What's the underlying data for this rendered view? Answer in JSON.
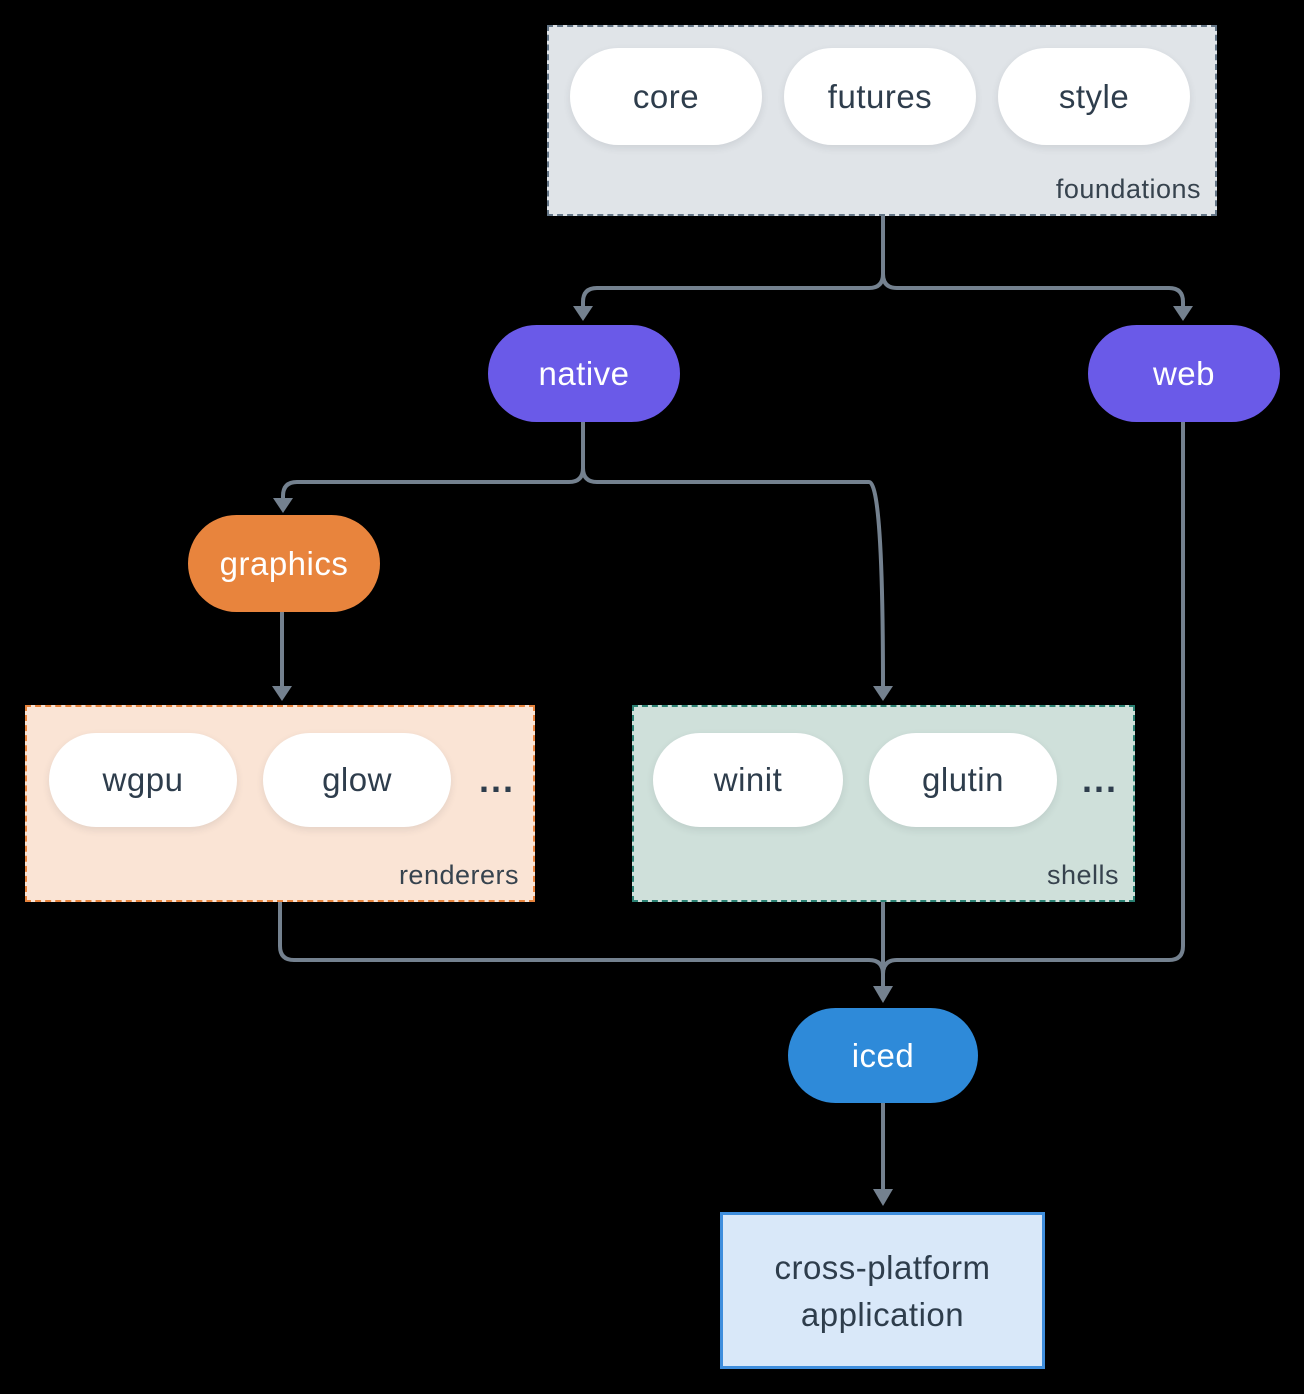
{
  "colors": {
    "background": "#000000",
    "connector": "#74818f",
    "node_text_dark": "#2e3d4c",
    "group_label": "#37434e",
    "purple": "#6a5ae8",
    "orange": "#e8843d",
    "blue": "#2e8ad9",
    "foundations_fill": "#e0e4e8",
    "foundations_border": "#647687",
    "renderers_fill": "#fae4d5",
    "renderers_border": "#e8843d",
    "shells_fill": "#cfe0da",
    "shells_border": "#2b8173",
    "app_fill": "#d9e8f9",
    "app_border": "#3f8edd",
    "pill_fill": "#ffffff"
  },
  "groups": {
    "foundations": {
      "label": "foundations",
      "pills": [
        "core",
        "futures",
        "style"
      ]
    },
    "renderers": {
      "label": "renderers",
      "pills": [
        "wgpu",
        "glow"
      ],
      "ellipsis": "..."
    },
    "shells": {
      "label": "shells",
      "pills": [
        "winit",
        "glutin"
      ],
      "ellipsis": "..."
    }
  },
  "nodes": {
    "native": {
      "label": "native"
    },
    "web": {
      "label": "web"
    },
    "graphics": {
      "label": "graphics"
    },
    "iced": {
      "label": "iced"
    },
    "application": {
      "line1": "cross-platform",
      "line2": "application"
    }
  }
}
